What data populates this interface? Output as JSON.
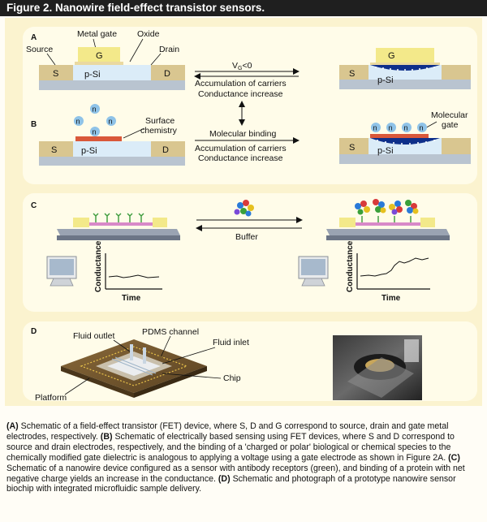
{
  "figure": {
    "title": "Figure 2. Nanowire field-effect transistor sensors.",
    "colors": {
      "title_bar": "#1f1f1f",
      "figure_background": "#fbf3cf",
      "panel_background": "#fffce9",
      "electrode": "#d9c690",
      "gate": "#f3e98a",
      "channel": "#dbecf8",
      "substrate": "#b9c4d0",
      "surface_chemistry": "#d9583a",
      "molecule": "#8fc3e8",
      "caption_text": "#111111"
    }
  },
  "panel_a": {
    "letter": "A",
    "label_metal_gate": "Metal gate",
    "label_oxide": "Oxide",
    "label_source": "Source",
    "label_drain": "Drain",
    "electrode_s": "S",
    "electrode_d": "D",
    "electrode_g": "G",
    "channel": "p-Si",
    "arrow_label_1": "V",
    "arrow_label_1_sub": "G",
    "arrow_label_1_rest": "<0",
    "arrow_label_2": "Accumulation of carriers",
    "arrow_label_3": "Conductance increase",
    "result_electrode_g": "G",
    "result_electrode_s": "S",
    "result_channel": "p-Si"
  },
  "panel_b": {
    "letter": "B",
    "label_surface_chemistry_1": "Surface",
    "label_surface_chemistry_2": "chemistry",
    "molecule_label": "n",
    "electrode_s": "S",
    "electrode_d": "D",
    "channel": "p-Si",
    "arrow_label_1": "Molecular binding",
    "arrow_label_2": "Accumulation of carriers",
    "arrow_label_3": "Conductance increase",
    "label_molecular_gate_1": "Molecular",
    "label_molecular_gate_2": "gate",
    "result_electrode_s": "S",
    "result_channel": "p-Si"
  },
  "panel_c": {
    "letter": "C",
    "arrow_label": "Buffer",
    "ylabel": "Conductance",
    "xlabel": "Time",
    "ylabel_right": "Conductance",
    "xlabel_right": "Time"
  },
  "panel_d": {
    "letter": "D",
    "label_fluid_outlet": "Fluid outlet",
    "label_pdms_channel": "PDMS channel",
    "label_fluid_inlet": "Fluid inlet",
    "label_chip": "Chip",
    "label_platform": "Platform"
  },
  "caption": {
    "a_tag": "(A)",
    "a_text": " Schematic of a field-effect transistor (FET) device, where S, D and G correspond to source, drain and gate metal electrodes, respectively. ",
    "b_tag": "(B)",
    "b_text": " Schematic of electrically based sensing using FET devices, where S and D correspond to source and drain electrodes, respectively, and the binding of a 'charged or polar' biological or chemical species to the chemically modified gate dielectric is analogous to applying a voltage using a gate electrode as shown in Figure 2A. ",
    "c_tag": "(C)",
    "c_text": " Schematic of a nanowire device configured as a sensor with antibody receptors (green), and binding of a protein with net negative charge yields an increase in the conductance. ",
    "d_tag": "(D)",
    "d_text": " Schematic and photograph of a prototype nanowire sensor biochip with integrated microfluidic sample delivery."
  }
}
